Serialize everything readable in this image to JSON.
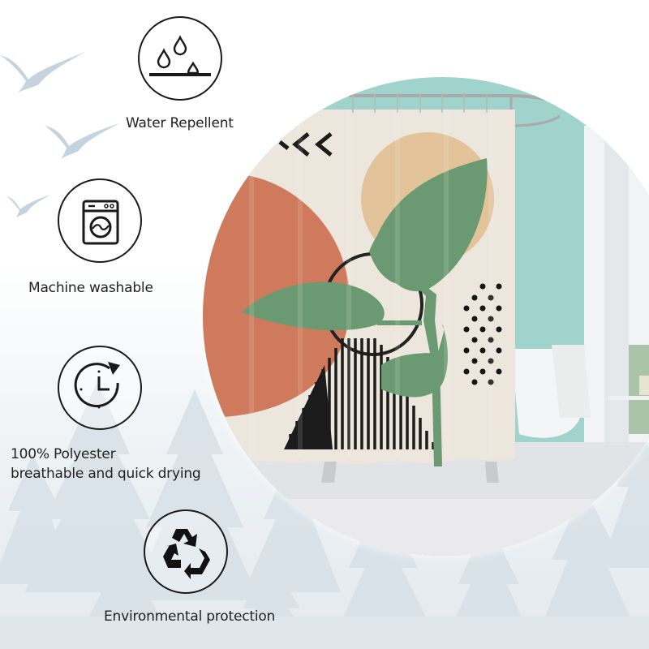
{
  "features": [
    {
      "id": "water-repellent",
      "icon": "water-drop-icon",
      "label": "Water Repellent"
    },
    {
      "id": "machine-washable",
      "icon": "washing-machine-icon",
      "label": "Machine washable"
    },
    {
      "id": "quick-drying",
      "icon": "clock-refresh-icon",
      "label_line1": "100% Polyester",
      "label_line2": "breathable and quick drying"
    },
    {
      "id": "environmental",
      "icon": "recycle-icon",
      "label": "Environmental protection"
    }
  ],
  "product_image": {
    "subject": "shower-curtain-in-bathroom",
    "colors": {
      "curtain_base": "#ece6dc",
      "terracotta": "#cf7a5c",
      "sand": "#e2c39a",
      "leaf_green": "#6b9a72",
      "wall_teal": "#9fd3cb",
      "floor": "#e4e4e6",
      "black": "#1b1b1b"
    }
  },
  "background": {
    "bird_color": "#c5d3de",
    "tree_color": "#d3dde5"
  }
}
